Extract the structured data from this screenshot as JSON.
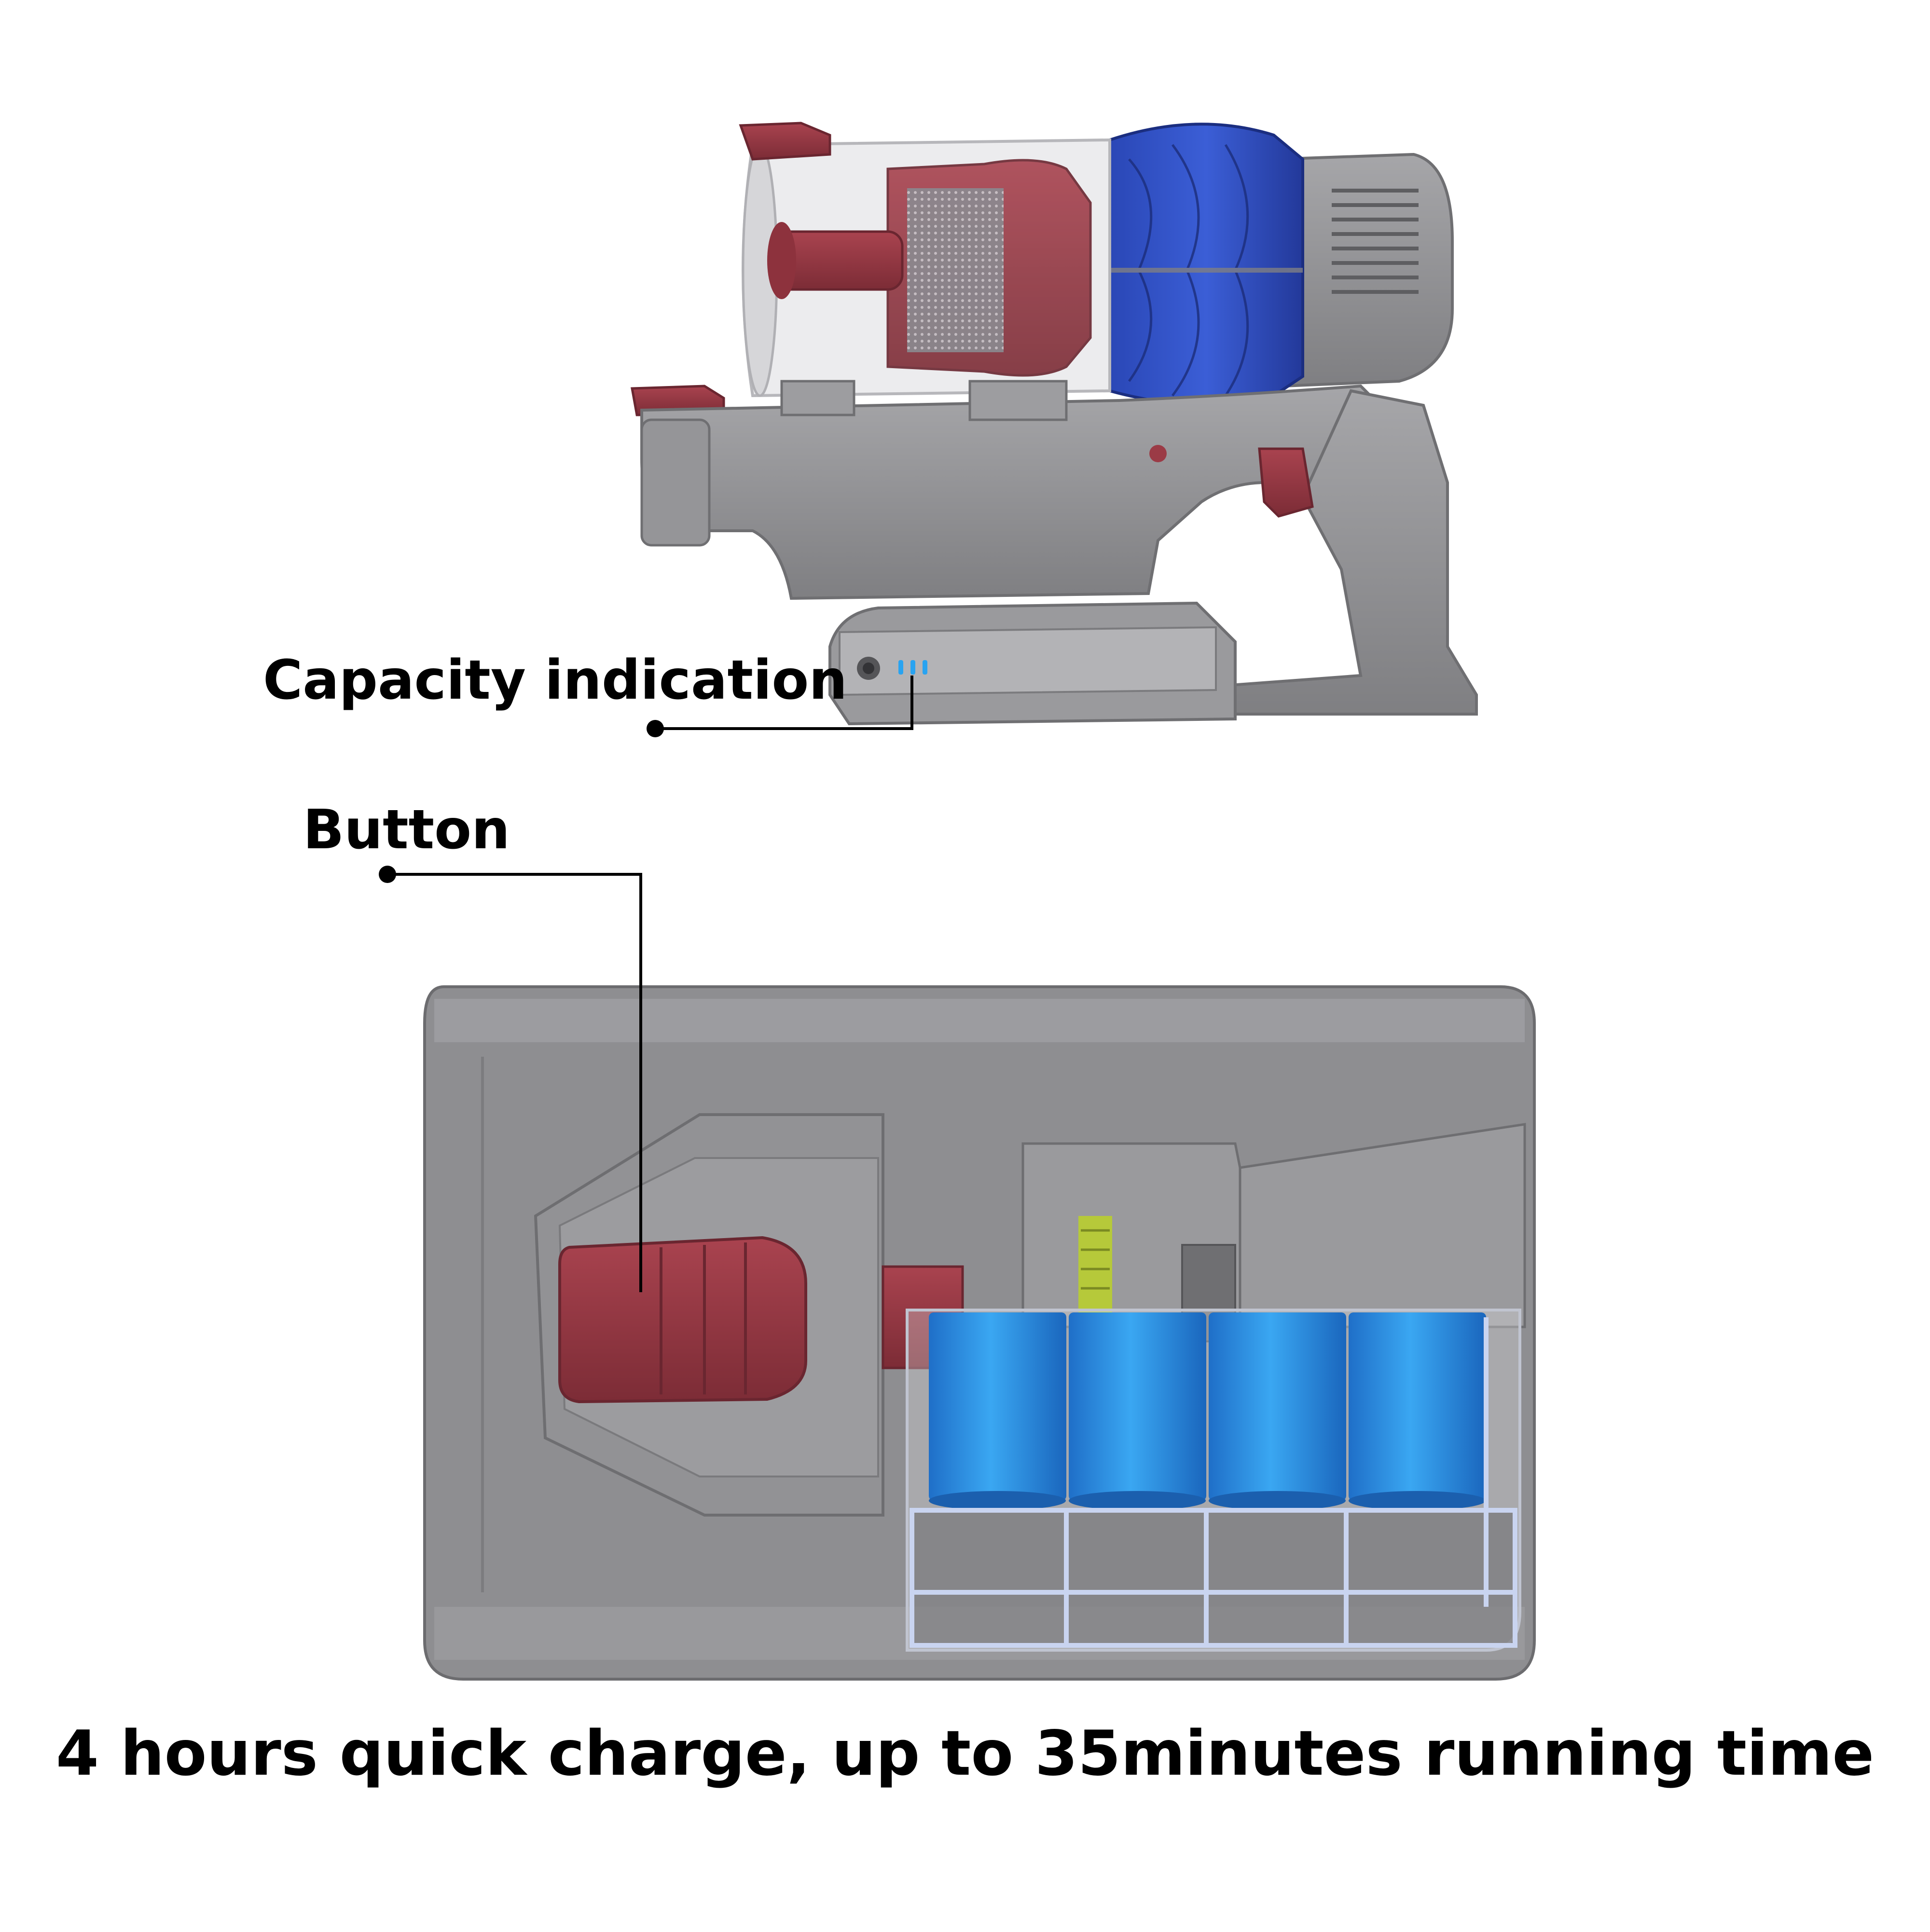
{
  "labels": {
    "capacity": "Capacity indication",
    "button": "Button"
  },
  "caption": "4 hours quick charge, up to 35minutes running time",
  "colors": {
    "body_gray": "#8f8f91",
    "body_light": "#a7a7aa",
    "accent_red": "#9b3b46",
    "motor_blue": "#2f4ec0",
    "cell_blue": "#2e8fe0",
    "led_blue": "#29a3f0",
    "pcb_green": "#b6c93a"
  },
  "icons": {
    "power_button": "circle-button-icon",
    "capacity_leds": "three-led-bars-icon"
  }
}
